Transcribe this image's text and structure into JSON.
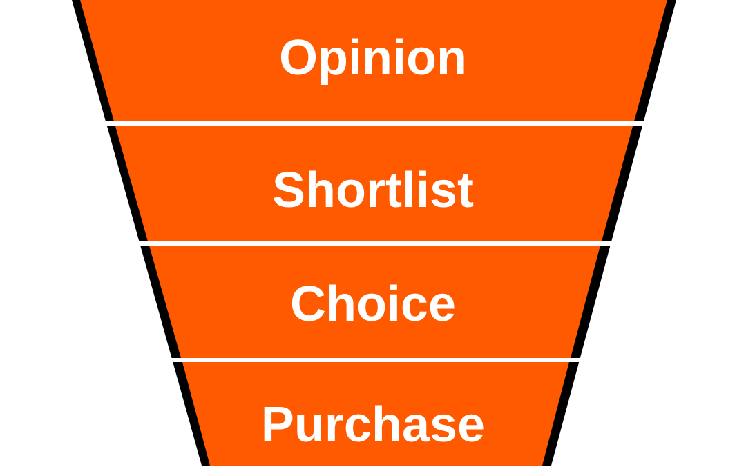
{
  "diagram": {
    "type": "funnel",
    "colors": {
      "fill": "#ff5a00",
      "outline": "#000000",
      "separator": "#ffffff",
      "text": "#ffffff",
      "background": "#ffffff"
    },
    "stages": [
      {
        "label": "Opinion"
      },
      {
        "label": "Shortlist"
      },
      {
        "label": "Choice"
      },
      {
        "label": "Purchase"
      }
    ]
  }
}
